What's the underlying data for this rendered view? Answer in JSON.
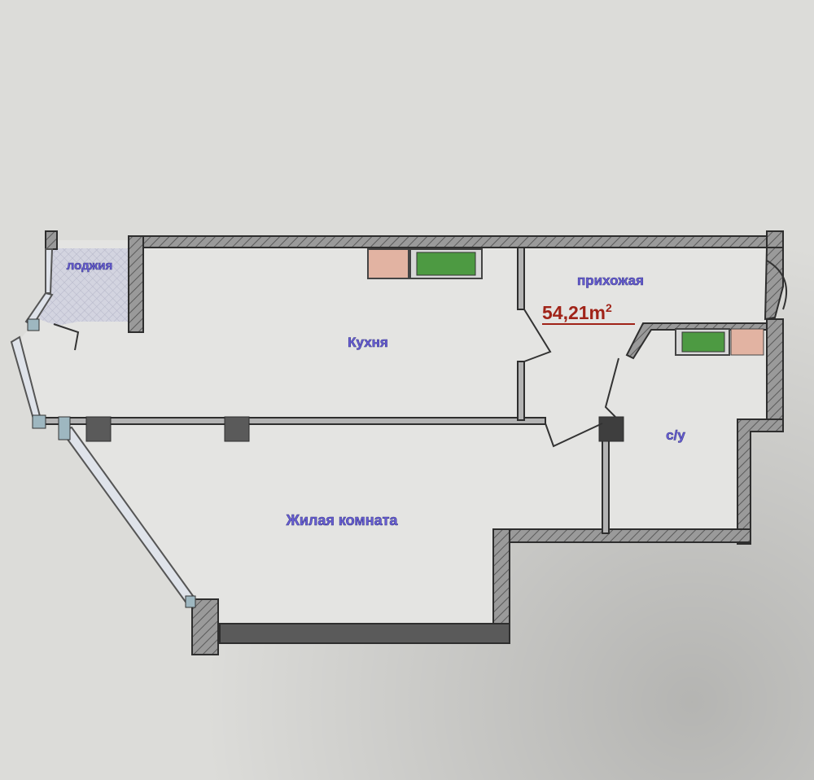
{
  "plan": {
    "rooms": {
      "loggia": "лоджия",
      "kitchen": "Кухня",
      "hallway": "прихожая",
      "bathroom": "с/у",
      "living_room": "Жилая комната"
    },
    "total_area": "54,21m",
    "area_superscript": "2",
    "colors": {
      "wall_fill": "#8d8d8d",
      "wall_outline": "#3a3a3a",
      "label_text": "#6a5fd8",
      "area_text": "#a02318",
      "appliance_green": "#4d9a42",
      "appliance_pink": "#e2b3a2"
    }
  }
}
